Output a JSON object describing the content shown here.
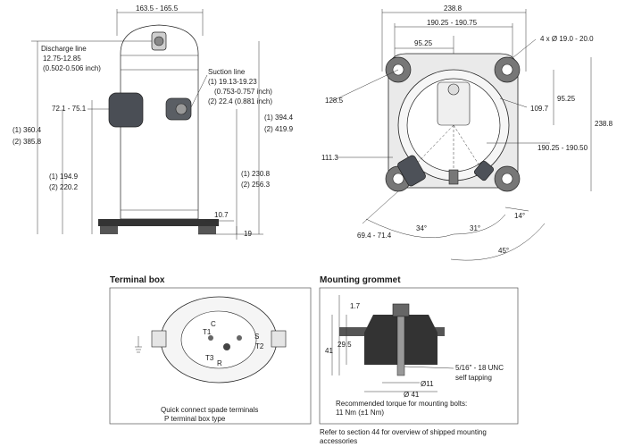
{
  "side_view": {
    "top_width": "163.5 - 165.5",
    "discharge_title": "Discharge line",
    "discharge_dim": "12.75-12.85",
    "discharge_inch": "(0.502-0.506 inch)",
    "suction_title": "Suction line",
    "suction_dim1": "(1) 19.13-19.23",
    "suction_inch1": "(0.753-0.757 inch)",
    "suction_dim2": "(2) 22.4 (0.881 inch)",
    "side_port_height": "72.1 - 75.1",
    "height_total_1": "(1) 360.4",
    "height_total_2": "(2) 385.8",
    "height_mid_1": "(1) 194.9",
    "height_mid_2": "(2) 220.2",
    "height_right_1": "(1) 394.4",
    "height_right_2": "(2) 419.9",
    "height_suction_1": "(1) 230.8",
    "height_suction_2": "(2) 256.3",
    "foot_offset": "10.7",
    "foot_height": "19"
  },
  "top_view": {
    "width_total": "238.8",
    "hole_span": "190.25 - 190.75",
    "half_span": "95.25",
    "holes": "4 x Ø 19.0 - 20.0",
    "left_radius": "128.5",
    "right_radius": "109.7",
    "right_half": "95.25",
    "right_total": "238.8",
    "right_span": "190.25 - 190.50",
    "left_offset": "111.3",
    "bottom_left": "69.4 - 71.4",
    "angle_34": "34°",
    "angle_31": "31°",
    "angle_14": "14°",
    "angle_45": "45°"
  },
  "terminal_box": {
    "title": "Terminal box",
    "label_c": "C",
    "label_t1": "T1",
    "label_s": "S",
    "label_t2": "T2",
    "label_t3": "T3",
    "label_r": "R",
    "caption1": "Quick connect spade terminals",
    "caption2": "P terminal box type"
  },
  "grommet": {
    "title": "Mounting grommet",
    "dim_17": "1.7",
    "dim_295": "29.5",
    "dim_41h": "41",
    "dim_d11": "Ø11",
    "dim_d41": "Ø 41",
    "thread": "5/16\" - 18 UNC",
    "tapping": "self tapping",
    "torque1": "Recommended torque for mounting bolts:",
    "torque2": "11 Nm (±1 Nm)"
  },
  "footnote": {
    "line1": "Refer to section 44 for overview of shipped mounting",
    "line2": "accessories"
  }
}
